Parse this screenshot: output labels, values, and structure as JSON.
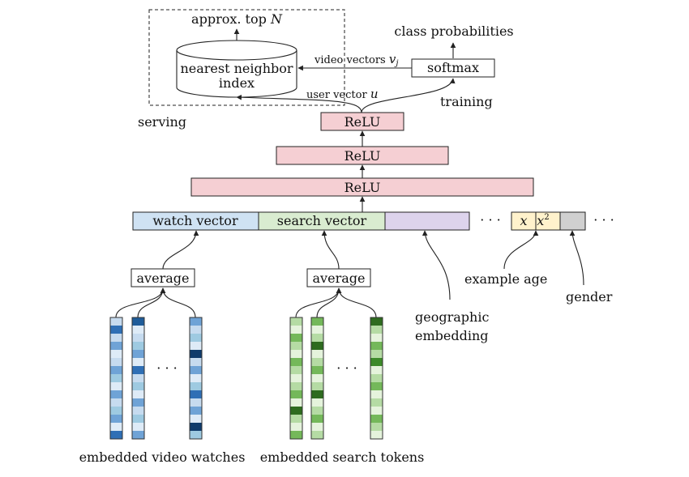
{
  "labels": {
    "approx_top": "approx. top",
    "approx_top_n": "N",
    "nn_line1": "nearest neighbor",
    "nn_line2": "index",
    "class_probabilities": "class probabilities",
    "softmax": "softmax",
    "video_vectors": "video vectors",
    "video_vectors_var": "v",
    "video_vectors_sub": "j",
    "user_vector": "user vector",
    "user_vector_var": "u",
    "serving": "serving",
    "training": "training",
    "relu": "ReLU",
    "watch_vector": "watch vector",
    "search_vector": "search vector",
    "x": "x",
    "x2_base": "x",
    "x2_exp": "2",
    "ellipsis": "· · ·",
    "average": "average",
    "example_age": "example age",
    "gender": "gender",
    "geo_line1": "geographic",
    "geo_line2": "embedding",
    "embedded_video_watches": "embedded video watches",
    "embedded_search_tokens": "embedded search tokens",
    "dots": "· · ·"
  },
  "colors": {
    "relu_fill": "#f5cfd3",
    "watch_fill": "#cfe2f3",
    "search_fill": "#d9ecd0",
    "geo_fill": "#ddd3ec",
    "age_fill": "#fff2cc",
    "gender_fill": "#d0d0d0"
  },
  "video_embeddings": [
    [
      "#c6dbef",
      "#2f6fb5",
      "#c6dbef",
      "#6fa3d6",
      "#deebf7",
      "#c6dbef",
      "#6fa3d6",
      "#9ecae1",
      "#deebf7",
      "#6fa3d6",
      "#c6dbef",
      "#9ecae1",
      "#6fa3d6",
      "#deebf7",
      "#2f6fb5"
    ],
    [
      "#1f5c99",
      "#deebf7",
      "#c6dbef",
      "#9ecae1",
      "#6fa3d6",
      "#deebf7",
      "#2f6fb5",
      "#c6dbef",
      "#9ecae1",
      "#deebf7",
      "#6fa3d6",
      "#c6dbef",
      "#9ecae1",
      "#deebf7",
      "#6fa3d6"
    ],
    [
      "#6fa3d6",
      "#c6dbef",
      "#9ecae1",
      "#deebf7",
      "#0f3b6b",
      "#c6dbef",
      "#6fa3d6",
      "#deebf7",
      "#9ecae1",
      "#2f6fb5",
      "#c6dbef",
      "#6fa3d6",
      "#deebf7",
      "#0f3b6b",
      "#9ecae1"
    ]
  ],
  "search_embeddings": [
    [
      "#b5dba4",
      "#e5f3dc",
      "#74b85a",
      "#b5dba4",
      "#e5f3dc",
      "#74b85a",
      "#b5dba4",
      "#e5f3dc",
      "#b5dba4",
      "#74b85a",
      "#e5f3dc",
      "#2e6b1f",
      "#b5dba4",
      "#e5f3dc",
      "#74b85a"
    ],
    [
      "#74b85a",
      "#e5f3dc",
      "#b5dba4",
      "#2e6b1f",
      "#e5f3dc",
      "#b5dba4",
      "#74b85a",
      "#e5f3dc",
      "#b5dba4",
      "#2e6b1f",
      "#e5f3dc",
      "#b5dba4",
      "#74b85a",
      "#e5f3dc",
      "#b5dba4"
    ],
    [
      "#2e6b1f",
      "#b5dba4",
      "#e5f3dc",
      "#74b85a",
      "#b5dba4",
      "#3d8a2a",
      "#e5f3dc",
      "#b5dba4",
      "#74b85a",
      "#e5f3dc",
      "#b5dba4",
      "#e5f3dc",
      "#74b85a",
      "#b5dba4",
      "#e5f3dc"
    ]
  ]
}
